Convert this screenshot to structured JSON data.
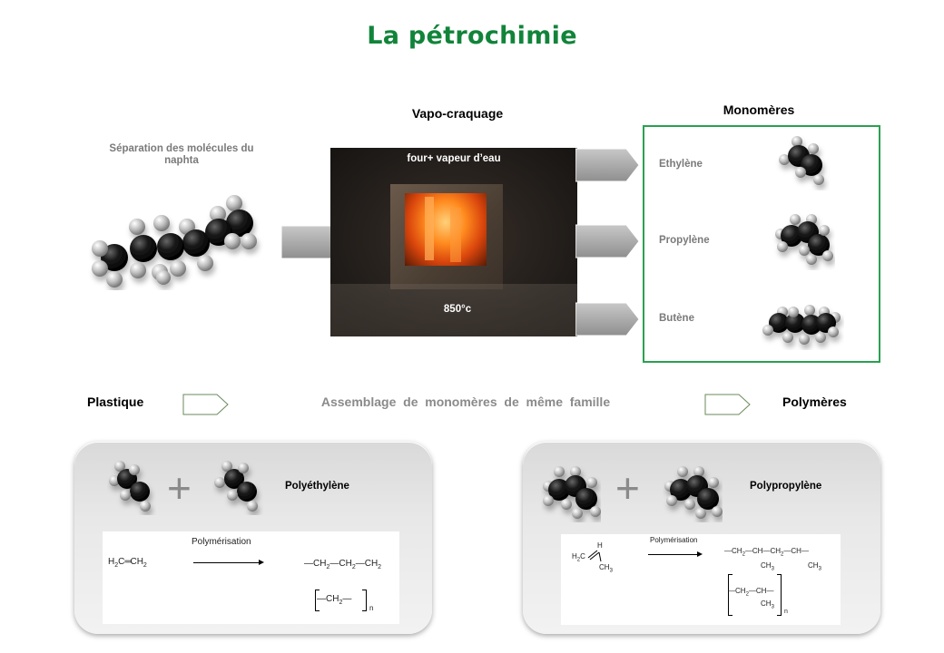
{
  "title": "La pétrochimie",
  "top": {
    "separation_label": "Séparation des molécules du naphta",
    "vapo_title": "Vapo-craquage",
    "furnace_top": "four+ vapeur d’eau",
    "furnace_temp": "850°c",
    "monomeres_title": "Monomères",
    "monomers": [
      "Ethylène",
      "Propylène",
      "Butène"
    ]
  },
  "middle": {
    "left": "Plastique",
    "center": "Assemblage  de  monomères  de  même  famille",
    "right": "Polymères"
  },
  "panels": {
    "pe": {
      "label": "Polyéthylène",
      "reaction": "Polymérisation",
      "monomer_formula_a": "H",
      "monomer_formula_b": "C",
      "monomer_formula_c": "CH",
      "repeat_sub": "2",
      "n": "n",
      "chain_unit": "CH",
      "chain_sub": "2"
    },
    "pp": {
      "label": "Polypropylène",
      "reaction": "Polymérisation",
      "mono_h": "H",
      "mono_h2c": "H",
      "mono_c": "C",
      "mono_ch3": "CH",
      "sub2": "2",
      "sub3": "3",
      "ch2": "CH",
      "ch": "CH",
      "n": "n"
    }
  },
  "colors": {
    "title_green": "#11843a",
    "box_green": "#2aa050",
    "arrow_grey": "#a6a6a6",
    "carbon": "#111111",
    "hydrogen": "#c8c8c8"
  }
}
